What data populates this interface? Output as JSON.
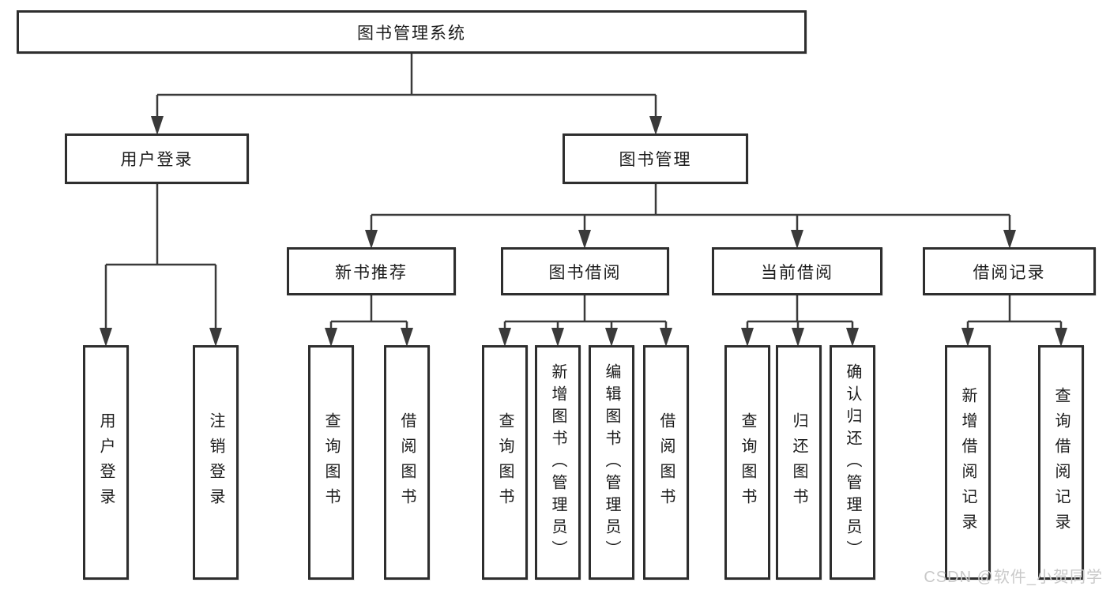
{
  "root": {
    "label": "图书管理系统"
  },
  "level2": {
    "user_login": {
      "label": "用户登录"
    },
    "book_management": {
      "label": "图书管理"
    }
  },
  "level3": {
    "new_book_recommend": {
      "label": "新书推荐"
    },
    "book_borrowing": {
      "label": "图书借阅"
    },
    "current_borrowing": {
      "label": "当前借阅"
    },
    "borrowing_records": {
      "label": "借阅记录"
    }
  },
  "leaves": {
    "user_login": {
      "label": "用户登录"
    },
    "logout": {
      "label": "注销登录"
    },
    "recommend_query_books": {
      "label": "查询图书"
    },
    "recommend_borrow_books": {
      "label": "借阅图书"
    },
    "borrowing_query_books": {
      "label": "查询图书"
    },
    "borrowing_add_books": {
      "label": "新增图书（管理员）"
    },
    "borrowing_edit_books": {
      "label": "编辑图书（管理员）"
    },
    "borrowing_borrow_books": {
      "label": "借阅图书"
    },
    "current_query_books": {
      "label": "查询图书"
    },
    "current_return_books": {
      "label": "归还图书"
    },
    "current_confirm_return": {
      "label": "确认归还（管理员）"
    },
    "records_add_record": {
      "label": "新增借阅记录"
    },
    "records_query_record": {
      "label": "查询借阅记录"
    }
  },
  "watermark": {
    "text": "CSDN @软件_小贺同学"
  },
  "colors": {
    "line": "#3a3a3a",
    "border": "#2e2e2e",
    "text": "#1b1b1b",
    "watermark": "#c9c9c9",
    "background": "#ffffff"
  }
}
